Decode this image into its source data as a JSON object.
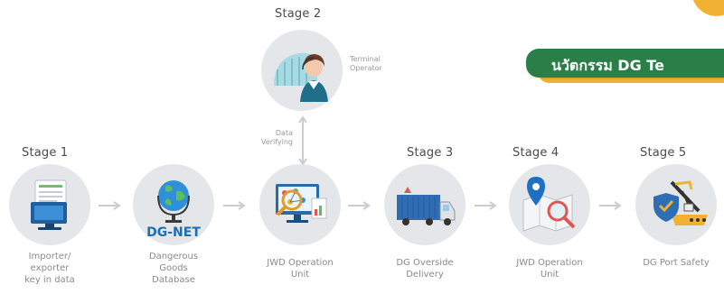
{
  "banner": {
    "text": "นวัตกรรม DG Te",
    "color": "#2a7f48",
    "accent": "#f1b233"
  },
  "stage2": {
    "title": "Stage 2",
    "label_lines": [
      "Terminal",
      "Operator"
    ],
    "link_label_lines": [
      "Data",
      "Verifying"
    ],
    "icon": "terminal-operator-icon"
  },
  "stages": [
    {
      "title": "Stage 1",
      "caption_lines": [
        "Importer/",
        "exporter",
        "key in data"
      ],
      "icon": "computer-data-entry-icon"
    },
    {
      "title": "",
      "caption_lines": [
        "Dangerous",
        "Goods",
        "Database"
      ],
      "icon": "globe-database-icon",
      "badge": "DG-NET"
    },
    {
      "title": "",
      "caption_lines": [
        "JWD Operation",
        "Unit"
      ],
      "icon": "monitor-magnifier-icon"
    },
    {
      "title": "Stage 3",
      "caption_lines": [
        "DG Overside",
        "Delivery"
      ],
      "icon": "delivery-truck-icon"
    },
    {
      "title": "Stage 4",
      "caption_lines": [
        "JWD Operation",
        "Unit"
      ],
      "icon": "map-pin-search-icon"
    },
    {
      "title": "Stage 5",
      "caption_lines": [
        "DG Port Safety"
      ],
      "icon": "port-crane-shield-icon"
    }
  ],
  "colors": {
    "circle": "#e4e6e9",
    "text": "#4b4b4b",
    "caption": "#8a8a8a",
    "arrow": "#c9ccd1"
  }
}
